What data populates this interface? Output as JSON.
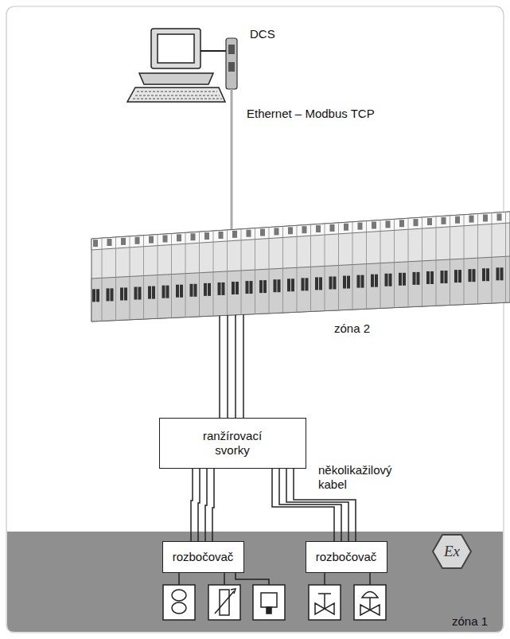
{
  "diagram": {
    "nodes": [
      {
        "text": [
          "ranžírovací svorky"
        ]
      },
      {
        "text": [
          "rozbočovač"
        ]
      },
      {
        "text": [
          "rozbočovač"
        ]
      }
    ],
    "edges": [
      {
        "from": 0,
        "to": 1,
        "arrow": "none"
      },
      {
        "from": 0,
        "to": 2,
        "arrow": "none"
      }
    ],
    "labels": [
      "DCS",
      "Ethernet – Modbus TCP",
      "zóna 2",
      "několikažilový kabel",
      "Ex",
      "zóna 1"
    ]
  }
}
